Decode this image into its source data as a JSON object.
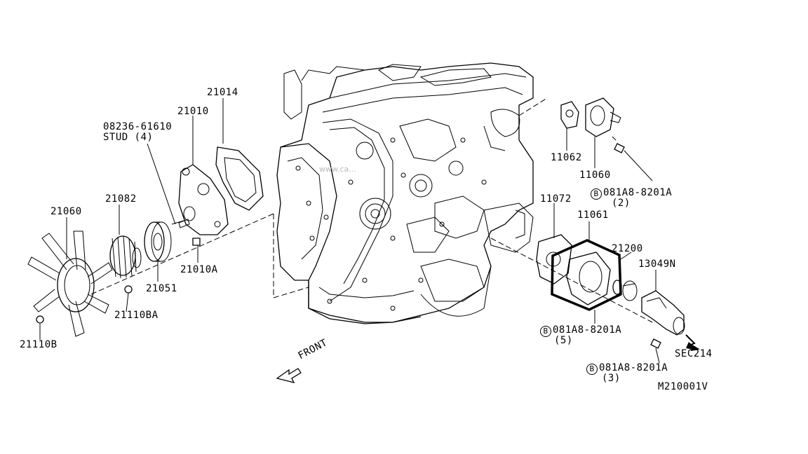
{
  "callouts": {
    "p21014": "21014",
    "p21010": "21010",
    "stud_part": "08236-61610",
    "stud_desc": "STUD (4)",
    "p21082": "21082",
    "p21060": "21060",
    "p21051": "21051",
    "p21010A": "21010A",
    "p21110BA": "21110BA",
    "p21110B": "21110B",
    "p11062": "11062",
    "p11060": "11060",
    "bolt_a_part": "081A8-8201A",
    "bolt_a_qty": "(2)",
    "p11072": "11072",
    "p11061": "11061",
    "p21200": "21200",
    "p13049N": "13049N",
    "bolt_b_part": "081A8-8201A",
    "bolt_b_qty": "(5)",
    "sec": "SEC214",
    "bolt_c_part": "081A8-8201A",
    "bolt_c_qty": "(3)",
    "front": "FRONT",
    "diagram_id": "M210001V",
    "bolt_symbol": "B"
  }
}
